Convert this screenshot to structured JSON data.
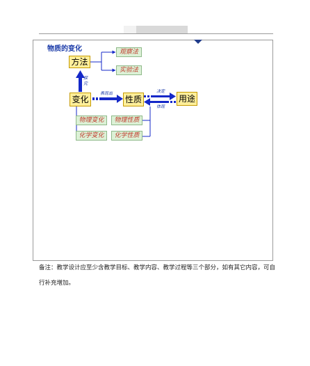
{
  "diagram": {
    "title": "物质的变化",
    "nodes": {
      "method": "方法",
      "change": "变化",
      "property": "性质",
      "use": "用途",
      "observe": "观察法",
      "experiment": "实验法",
      "physical_change": "物理变化",
      "physical_property": "物理性质",
      "chemical_change": "化学变化",
      "chemical_property": "化学性质"
    },
    "edge_labels": {
      "explore": "探究",
      "manifest": "表现出",
      "decide": "决定",
      "reflect": "体现"
    },
    "colors": {
      "arrow": "#1428c8",
      "title": "#1a3aa8"
    }
  },
  "footer": {
    "note_line1": "备注：教学设计应至少含教学目标、教学内容、教学过程等三个部分，如有其它内容，可自",
    "note_line2": "行补充增加。"
  }
}
